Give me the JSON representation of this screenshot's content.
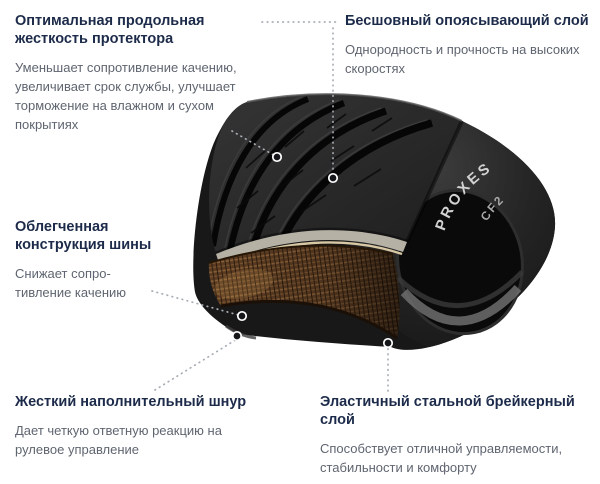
{
  "background": "#ffffff",
  "callouts": {
    "top_left": {
      "title": "Оптимальная продольная жесткость протектора",
      "body": "Уменьшает сопротивление качению, увеличивает срок службы, улучшает торможение на влажном и сухом покрытиях"
    },
    "top_right": {
      "title": "Бесшовный опоясывающий слой",
      "body": "Однородность и прочность на высоких скоростях"
    },
    "mid_left": {
      "title": "Облегченная конструкция шины",
      "body": "Снижает сопро-\nтивление качению"
    },
    "bottom_left": {
      "title": "Жесткий наполнительный шнур",
      "body": "Дает четкую ответную реакцию на рулевое управление"
    },
    "bottom_right": {
      "title": "Эластичный стальной брейкерный слой",
      "body": "Способствует отличной управляемости, стабильности и комфорту"
    }
  },
  "tire": {
    "sidewall_brand": "PROXES",
    "sidewall_model": "CF2"
  },
  "colors": {
    "title_text": "#1d2b4a",
    "body_text": "#5f6570",
    "leader": "#a7adb5",
    "tire_rubber": "#181818",
    "belt_copper": "#5a3b22"
  }
}
